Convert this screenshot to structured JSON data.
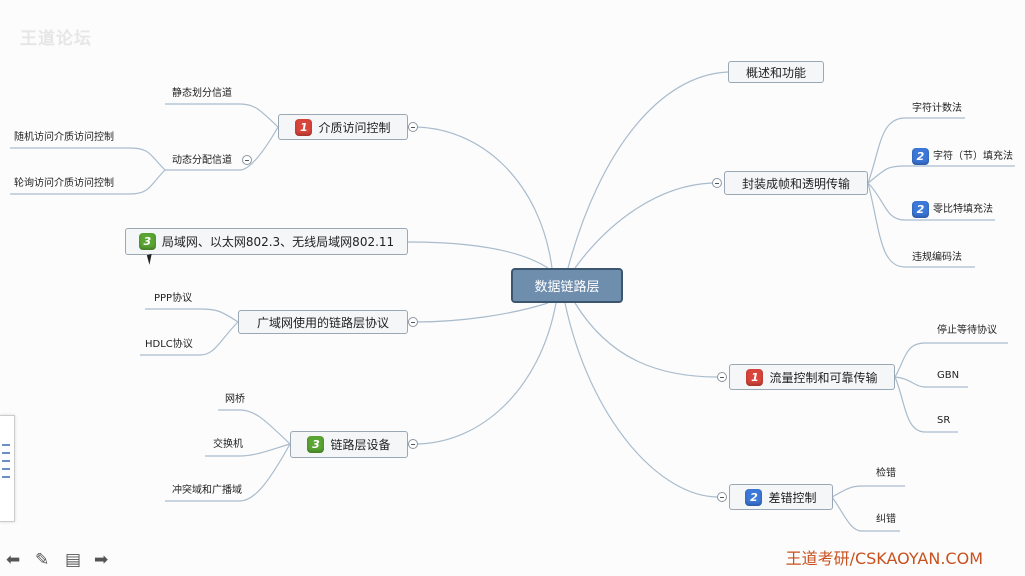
{
  "watermark": "王道论坛",
  "brand": "王道考研/CSKAOYAN.COM",
  "center": "数据链路层",
  "right": {
    "overview": "概述和功能",
    "framing": {
      "label": "封装成帧和透明传输",
      "items": [
        {
          "label": "字符计数法",
          "badge": ""
        },
        {
          "label": "字符（节）填充法",
          "badge": "2"
        },
        {
          "label": "零比特填充法",
          "badge": "2"
        },
        {
          "label": "违规编码法",
          "badge": ""
        }
      ]
    },
    "flow": {
      "label": "流量控制和可靠传输",
      "badge": "1",
      "items": [
        "停止等待协议",
        "GBN",
        "SR"
      ]
    },
    "error": {
      "label": "差错控制",
      "badge": "2",
      "items": [
        "检错",
        "纠错"
      ]
    }
  },
  "left": {
    "mac": {
      "label": "介质访问控制",
      "badge": "1",
      "static": "静态划分信道",
      "dynamic": "动态分配信道",
      "dynamic_items": [
        "随机访问介质访问控制",
        "轮询访问介质访问控制"
      ]
    },
    "lan": {
      "label": "局域网、以太网802.3、无线局域网802.11",
      "badge": "3"
    },
    "wan": {
      "label": "广域网使用的链路层协议",
      "items": [
        "PPP协议",
        "HDLC协议"
      ]
    },
    "devices": {
      "label": "链路层设备",
      "badge": "3",
      "items": [
        "网桥",
        "交换机",
        "冲突域和广播域"
      ]
    }
  },
  "toolbar": {
    "icons": [
      "arrow-left-icon",
      "pen-icon",
      "notes-icon",
      "arrow-right-icon"
    ]
  },
  "colors": {
    "line": "#a9bccd",
    "center_fill": "#6f8eae",
    "badge_red": "#d8453b",
    "badge_blue": "#3c78d8",
    "badge_green": "#5aa533",
    "brand": "#c8511e"
  }
}
